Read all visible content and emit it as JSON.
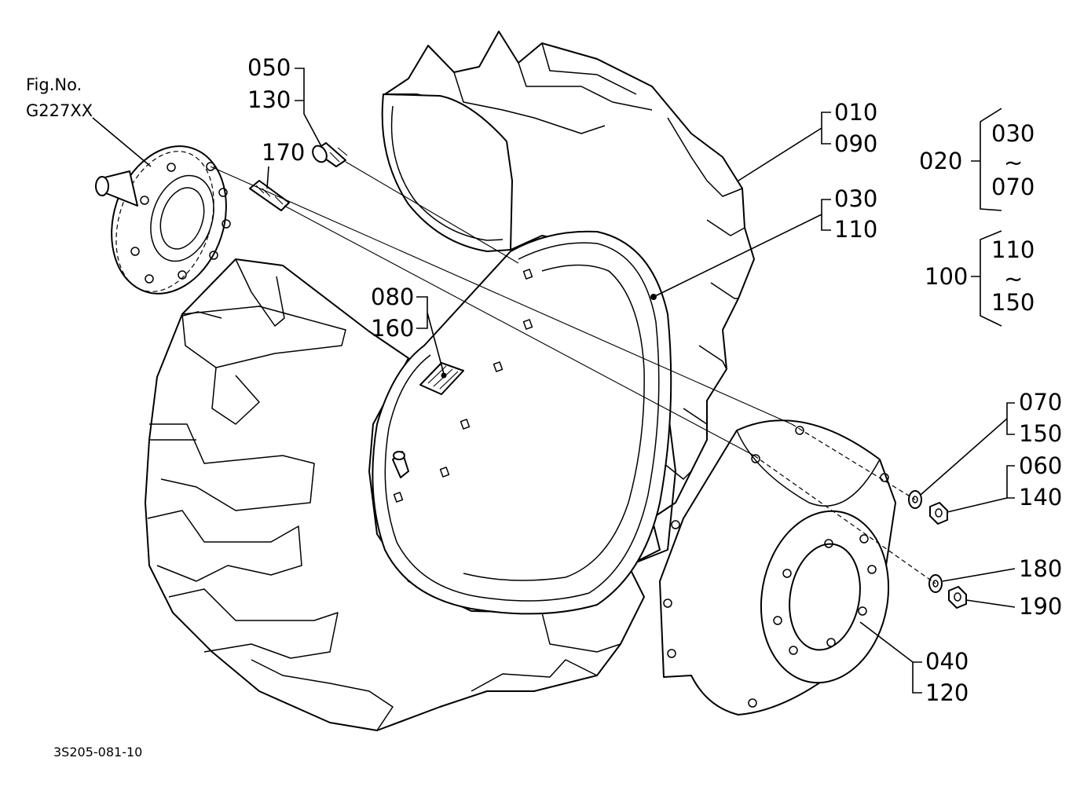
{
  "figure": {
    "fig_ref_line1": "Fig.No.",
    "fig_ref_line2": "G227XX",
    "drawing_number": "3S205-081-10"
  },
  "callouts": {
    "c050_130": {
      "top": "050",
      "bottom": "130"
    },
    "c170": {
      "top": "170"
    },
    "c010_090": {
      "top": "010",
      "bottom": "090"
    },
    "c030_110": {
      "top": "030",
      "bottom": "110"
    },
    "c080_160": {
      "top": "080",
      "bottom": "160"
    },
    "c070_150": {
      "top": "070",
      "bottom": "150"
    },
    "c060_140": {
      "top": "060",
      "bottom": "140"
    },
    "c180": {
      "top": "180"
    },
    "c190": {
      "top": "190"
    },
    "c040_120": {
      "top": "040",
      "bottom": "120"
    }
  },
  "groups": {
    "g020": {
      "label": "020",
      "from": "030",
      "tilde": "~",
      "to": "070"
    },
    "g100": {
      "label": "100",
      "from": "110",
      "tilde": "~",
      "to": "150"
    }
  }
}
